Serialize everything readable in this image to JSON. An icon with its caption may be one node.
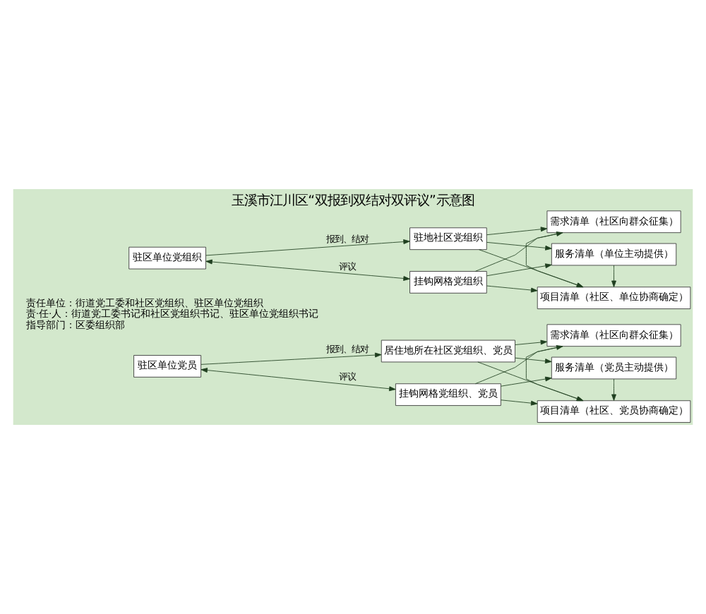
{
  "diagram": {
    "title": "玉溪市江川区“双报到双结对双评议”示意图",
    "nodes": [
      {
        "text": [
          "驻区单位党组织"
        ]
      },
      {
        "text": [
          "驻地社区党组织"
        ]
      },
      {
        "text": [
          "挂钩网格党组织"
        ]
      },
      {
        "text": [
          "需求清单（社区向群众征集）"
        ]
      },
      {
        "text": [
          "服务清单（单位主动提供）"
        ]
      },
      {
        "text": [
          "项目清单（社区、单位协商确定）"
        ]
      },
      {
        "text": [
          "驻区单位党员"
        ]
      },
      {
        "text": [
          "居住地所在社区党组织、党员"
        ]
      },
      {
        "text": [
          "挂钩网格党组织、党员"
        ]
      },
      {
        "text": [
          "需求清单（社区向群众征集）"
        ]
      },
      {
        "text": [
          "服务清单（党员主动提供）"
        ]
      },
      {
        "text": [
          "项目清单（社区、党员协商确定）"
        ]
      }
    ],
    "edges": [
      {
        "from": 0,
        "to": 1,
        "arrow": "to",
        "label": "报到、结对"
      },
      {
        "from": 0,
        "to": 2,
        "arrow": "both",
        "label": "评议"
      },
      {
        "from": 1,
        "to": 3,
        "arrow": "to"
      },
      {
        "from": 1,
        "to": 4,
        "arrow": "to"
      },
      {
        "from": 1,
        "to": 5,
        "arrow": "to"
      },
      {
        "from": 2,
        "to": 3,
        "arrow": "to"
      },
      {
        "from": 2,
        "to": 4,
        "arrow": "to"
      },
      {
        "from": 2,
        "to": 5,
        "arrow": "to"
      },
      {
        "from": 3,
        "to": 5,
        "arrow": "to"
      },
      {
        "from": 4,
        "to": 5,
        "arrow": "to"
      },
      {
        "from": 6,
        "to": 7,
        "arrow": "to",
        "label": "报到、结对"
      },
      {
        "from": 6,
        "to": 8,
        "arrow": "both",
        "label": "评议"
      },
      {
        "from": 7,
        "to": 9,
        "arrow": "to"
      },
      {
        "from": 7,
        "to": 10,
        "arrow": "to"
      },
      {
        "from": 7,
        "to": 11,
        "arrow": "to"
      },
      {
        "from": 8,
        "to": 9,
        "arrow": "to"
      },
      {
        "from": 8,
        "to": 10,
        "arrow": "to"
      },
      {
        "from": 8,
        "to": 11,
        "arrow": "to"
      },
      {
        "from": 9,
        "to": 11,
        "arrow": "to"
      },
      {
        "from": 10,
        "to": 11,
        "arrow": "to"
      }
    ],
    "labels": [
      "责任单位：街道党工委和社区党组织、驻区单位党组织",
      "责·任·人：街道党工委书记和社区党组织书记、驻区单位党组织书记",
      "指导部门：区委组织部"
    ]
  }
}
